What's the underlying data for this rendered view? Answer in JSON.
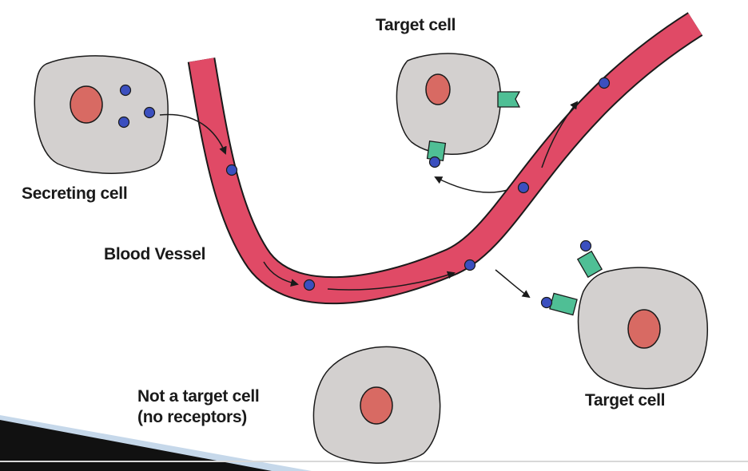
{
  "labels": {
    "target_cell_top": "Target cell",
    "secreting_cell": "Secreting cell",
    "blood_vessel": "Blood Vessel",
    "not_target_line1": "Not a target cell",
    "not_target_line2": "(no receptors)",
    "target_cell_bottom": "Target cell"
  },
  "colors": {
    "cell_fill": "#d3d0cf",
    "nucleus": "#d86a63",
    "vessel": "#e04a66",
    "hormone": "#3b4fbf",
    "receptor": "#4fbf95",
    "outline": "#1a1a1a",
    "slide_band_dark": "#111111",
    "slide_band_light": "#c6d8ea"
  },
  "icons": {
    "flow_arrow": "arrowhead-icon",
    "hormone": "blue-dot-icon",
    "receptor": "green-receptor-icon"
  }
}
